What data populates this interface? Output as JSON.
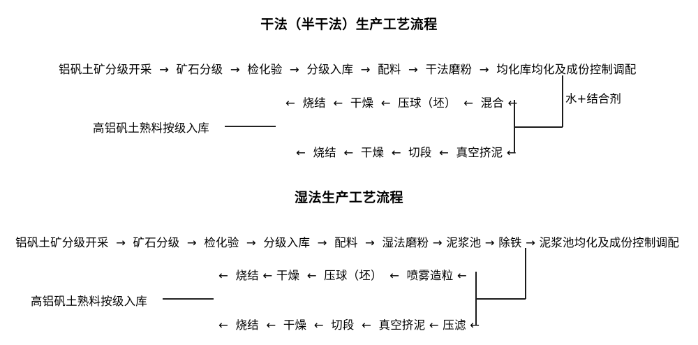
{
  "page": {
    "background_color": "#ffffff",
    "text_color": "#000000",
    "line_color": "#1a1a1a"
  },
  "sections": {
    "dry": {
      "title": "干法（半干法）生产工艺流程",
      "row1": {
        "nodes": [
          "铝矾土矿分级开采",
          "矿石分级",
          "检化验",
          "分级入库",
          "配料",
          "干法磨粉",
          "均化库均化及成份控制调配"
        ],
        "arrow": "→"
      },
      "row2": {
        "arrow_lead": "←",
        "nodes": [
          "烧结",
          "干燥",
          "压球（坯）",
          "混合"
        ],
        "arrow": "←",
        "arrow_tail": "←"
      },
      "row3": {
        "label": "高铝矾土熟料按级入库"
      },
      "row4": {
        "arrow_lead": "←",
        "nodes": [
          "烧结",
          "干燥",
          "切段",
          "真空挤泥"
        ],
        "arrow": "←",
        "arrow_tail": "←"
      },
      "note": "水+结合剂"
    },
    "wet": {
      "title": "湿法生产工艺流程",
      "row1": {
        "nodes": [
          "铝矾土矿分级开采",
          "矿石分级",
          "检化验",
          "分级入库",
          "配料",
          "湿法磨粉",
          "泥浆池",
          "除铁",
          "泥浆池均化及成份控制调配"
        ],
        "arrow": "→"
      },
      "row2": {
        "arrow_lead": "←",
        "nodes": [
          "烧结",
          "干燥",
          "压球（坯）",
          "喷雾造粒"
        ],
        "arrow": "←",
        "arrow_tail": "←"
      },
      "row3": {
        "label": "高铝矾土熟料按级入库"
      },
      "row4": {
        "arrow_lead": "←",
        "nodes": [
          "烧结",
          "干燥",
          "切段",
          "真空挤泥",
          "压滤"
        ],
        "arrow": "←",
        "arrow_tail": "←"
      }
    }
  }
}
